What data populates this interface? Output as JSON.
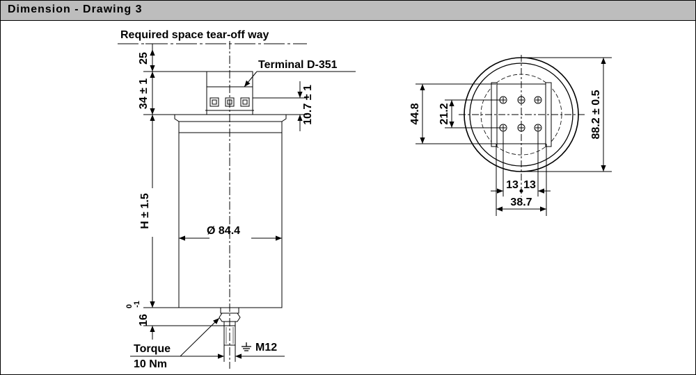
{
  "header": {
    "title": "Dimension - Drawing 3"
  },
  "labels": {
    "required_space": "Required space tear-off way",
    "terminal": "Terminal D-351",
    "dim_25": "25",
    "dim_34": "34 ± 1",
    "dim_10_7": "10.7 ± 1",
    "dim_h": "H ± 1.5",
    "dim_diameter": "Ø 84.4",
    "dim_16": "16",
    "dim_16_sup_top": "0",
    "dim_16_sup_bottom": "-1",
    "torque": "Torque",
    "torque_value": "10 Nm",
    "thread": "M12",
    "dim_44_8": "44.8",
    "dim_21_2": "21.2",
    "dim_13a": "13",
    "dim_13b": "13",
    "dim_38_7": "38.7",
    "dim_88_2": "88.2 ± 0.5"
  },
  "colors": {
    "header_bg": "#bdbdbd",
    "line": "#000000",
    "background": "#ffffff"
  }
}
